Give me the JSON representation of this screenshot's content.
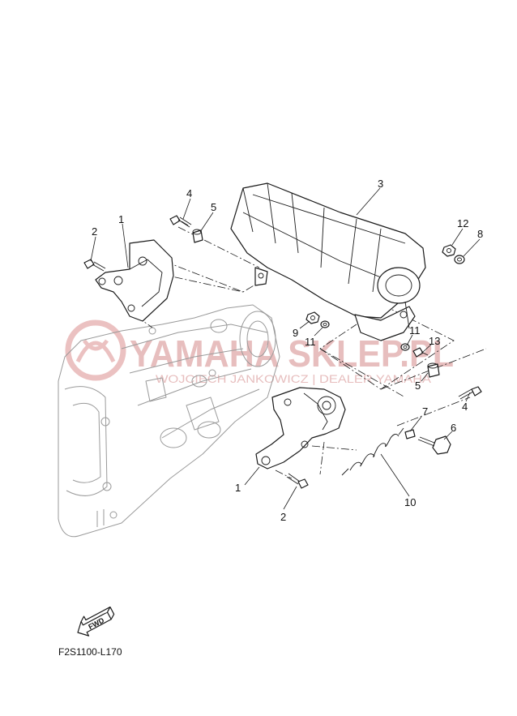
{
  "diagram_code": "F2S1100-L170",
  "fwd_label": "FWD",
  "watermark": {
    "brand": "YAMAHA SKLEP.PL",
    "subtitle": "WOJCIECH JANKOWICZ | DEALER YAMAHA",
    "color": "#e3b3b3"
  },
  "callouts": [
    {
      "id": "c-1-top",
      "text": "1"
    },
    {
      "id": "c-2-top",
      "text": "2"
    },
    {
      "id": "c-4-top",
      "text": "4"
    },
    {
      "id": "c-5-top",
      "text": "5"
    },
    {
      "id": "c-3",
      "text": "3"
    },
    {
      "id": "c-12",
      "text": "12"
    },
    {
      "id": "c-8",
      "text": "8"
    },
    {
      "id": "c-9",
      "text": "9"
    },
    {
      "id": "c-11-left",
      "text": "11"
    },
    {
      "id": "c-11-right",
      "text": "11"
    },
    {
      "id": "c-13",
      "text": "13"
    },
    {
      "id": "c-5-bottom",
      "text": "5"
    },
    {
      "id": "c-4-bottom",
      "text": "4"
    },
    {
      "id": "c-7",
      "text": "7"
    },
    {
      "id": "c-6",
      "text": "6"
    },
    {
      "id": "c-10",
      "text": "10"
    },
    {
      "id": "c-1-bottom",
      "text": "1"
    },
    {
      "id": "c-2-bottom",
      "text": "2"
    }
  ]
}
